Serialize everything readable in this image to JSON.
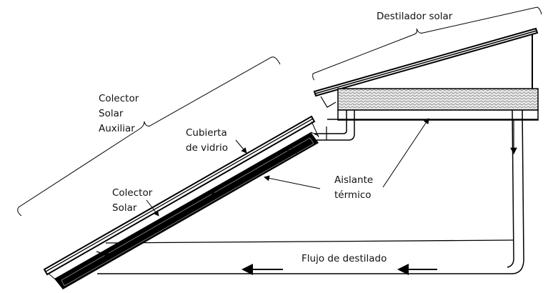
{
  "labels": {
    "still": "Destilador solar",
    "aux_collector": [
      "Colector",
      "Solar",
      "Auxiliar"
    ],
    "glass_cover": [
      "Cubierta",
      "de vidrio"
    ],
    "collector": [
      "Colector",
      "Solar"
    ],
    "insulation": [
      "Aislante",
      "térmico"
    ],
    "flow": "Flujo de destilado"
  },
  "colors": {
    "line": "#000000",
    "water": "#d9d9d9",
    "background": "#ffffff"
  }
}
